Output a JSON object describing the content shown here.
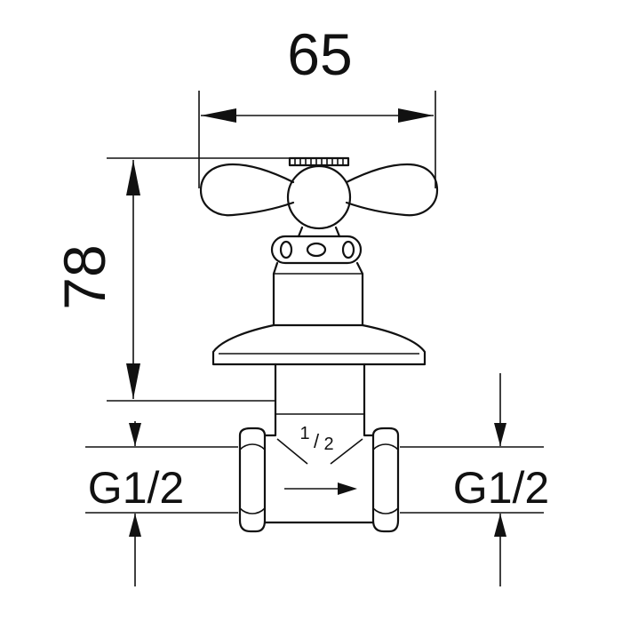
{
  "dimensions": {
    "width_label": "65",
    "height_label": "78",
    "left_thread_label": "G1/2",
    "right_thread_label": "G1/2",
    "inner_size_label_num": "1",
    "inner_size_label_den": "2",
    "inner_size_slash": "/"
  },
  "colors": {
    "line": "#111111",
    "background": "#ffffff"
  }
}
